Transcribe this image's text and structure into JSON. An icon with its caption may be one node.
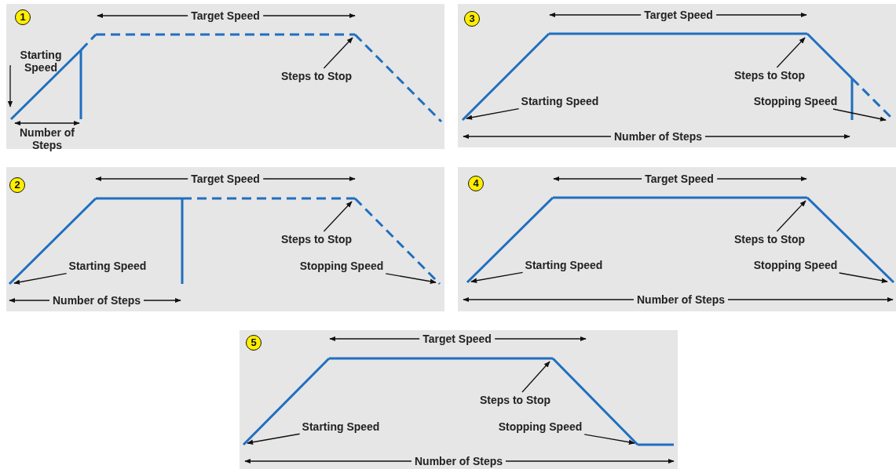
{
  "diagram": {
    "nodes": [
      {
        "text": [],
        "shape": "box"
      },
      {
        "text": [
          "1"
        ],
        "in": 0
      },
      {
        "text": [
          "Starting Speed"
        ],
        "in": 0
      },
      {
        "text": [
          "Steps to Stop"
        ],
        "in": 0
      },
      {
        "text": [],
        "shape": "box"
      },
      {
        "text": [
          "3"
        ],
        "in": 4
      },
      {
        "text": [
          "Steps to Stop"
        ],
        "in": 4
      },
      {
        "text": [
          "Starting Speed"
        ],
        "in": 4
      },
      {
        "text": [
          "Stopping Speed"
        ],
        "in": 4
      },
      {
        "text": [],
        "shape": "box"
      },
      {
        "text": [
          "2"
        ],
        "in": 9
      },
      {
        "text": [
          "Steps to Stop"
        ],
        "in": 9
      },
      {
        "text": [
          "Starting Speed"
        ],
        "in": 9
      },
      {
        "text": [
          "Stopping Speed"
        ],
        "in": 9
      },
      {
        "text": [],
        "shape": "box"
      },
      {
        "text": [
          "4"
        ],
        "in": 14
      },
      {
        "text": [
          "Steps to Stop"
        ],
        "in": 14
      },
      {
        "text": [
          "Starting Speed"
        ],
        "in": 14
      },
      {
        "text": [
          "Stopping Speed"
        ],
        "in": 14
      },
      {
        "text": [],
        "shape": "box"
      },
      {
        "text": [
          "5"
        ],
        "in": 19
      },
      {
        "text": [
          "Steps to Stop"
        ],
        "in": 19
      },
      {
        "text": [
          "Starting Speed"
        ],
        "in": 19
      },
      {
        "text": [
          "Stopping Speed"
        ],
        "in": 19
      }
    ],
    "edges": [
      {
        "from": 2,
        "to": null,
        "arrow": "to"
      },
      {
        "from": 3,
        "to": null,
        "arrow": "to"
      },
      {
        "from": 6,
        "to": null,
        "arrow": "to"
      },
      {
        "from": 7,
        "to": null,
        "arrow": "to"
      },
      {
        "from": 8,
        "to": null,
        "arrow": "to"
      },
      {
        "from": 11,
        "to": null,
        "arrow": "to"
      },
      {
        "from": 12,
        "to": null,
        "arrow": "to"
      },
      {
        "from": 13,
        "to": null,
        "arrow": "to"
      },
      {
        "from": 16,
        "to": null,
        "arrow": "to"
      },
      {
        "from": 17,
        "to": null,
        "arrow": "to"
      },
      {
        "from": 18,
        "to": null,
        "arrow": "to"
      },
      {
        "from": 21,
        "to": null,
        "arrow": "to"
      },
      {
        "from": 22,
        "to": null,
        "arrow": "to"
      },
      {
        "from": 23,
        "to": null,
        "arrow": "to"
      }
    ],
    "labels": [
      "Target Speed",
      "Number of Steps",
      "Target Speed",
      "Number of Steps",
      "Target Speed",
      "Number of Steps",
      "Target Speed",
      "Number of Steps",
      "Target Speed",
      "Number of Steps"
    ]
  }
}
